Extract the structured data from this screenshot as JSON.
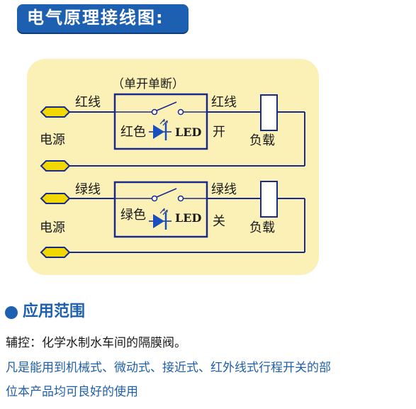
{
  "header": {
    "title": "电气原理接线图:"
  },
  "colors": {
    "accent_blue": "#1d5fb0",
    "panel_bg": "#fbf0b6",
    "terminal_fill": "#f0d800",
    "led_blue": "#1a4fbf"
  },
  "diagram": {
    "mode_label": "（单开单断）",
    "top": {
      "wire_in": "红线",
      "color": "红色",
      "led": "LED",
      "wire_out": "红线",
      "state": "开",
      "source": "电源",
      "load": "负载"
    },
    "bottom": {
      "wire_in": "绿线",
      "color": "绿色",
      "led": "LED",
      "wire_out": "绿线",
      "state": "关",
      "source": "电源",
      "load": "负载"
    }
  },
  "application": {
    "title": "应用范围",
    "line1": "辅控：化学水制水车间的隔膜阀。",
    "line2": "凡是能用到机械式、微动式、接近式、红外线式行程开关的部",
    "line3": "位本产品均可良好的使用"
  }
}
